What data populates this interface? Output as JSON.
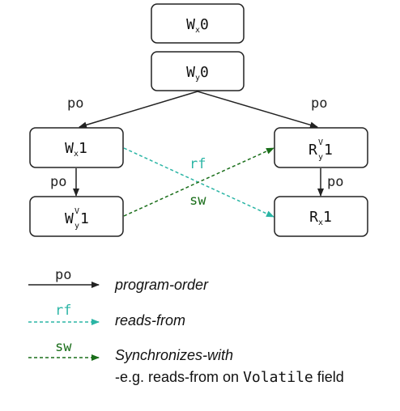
{
  "nodes": {
    "wx0": {
      "base": "W",
      "sub": "x",
      "sup": "",
      "num": "0"
    },
    "wy0": {
      "base": "W",
      "sub": "y",
      "sup": "",
      "num": "0"
    },
    "wx1": {
      "base": "W",
      "sub": "x",
      "sup": "",
      "num": "1"
    },
    "wy1v": {
      "base": "W",
      "sub": "y",
      "sup": "V",
      "num": "1"
    },
    "ry1v": {
      "base": "R",
      "sub": "y",
      "sup": "V",
      "num": "1"
    },
    "rx1": {
      "base": "R",
      "sub": "x",
      "sup": "",
      "num": "1"
    }
  },
  "edge_labels": {
    "po_left_top": "po",
    "po_right_top": "po",
    "po_left_mid": "po",
    "po_right_mid": "po",
    "rf": "rf",
    "sw": "sw"
  },
  "legend": {
    "po": {
      "label": "po",
      "desc": "program-order"
    },
    "rf": {
      "label": "rf",
      "desc": "reads-from"
    },
    "sw": {
      "label": "sw",
      "desc": "Synchronizes-with",
      "note_prefix": "-e.g. reads-from on ",
      "note_code": "Volatile",
      "note_suffix": " field"
    }
  },
  "colors": {
    "po": "#222222",
    "rf": "#2bb5a5",
    "sw": "#1a6e1a",
    "node_border": "#222222"
  }
}
